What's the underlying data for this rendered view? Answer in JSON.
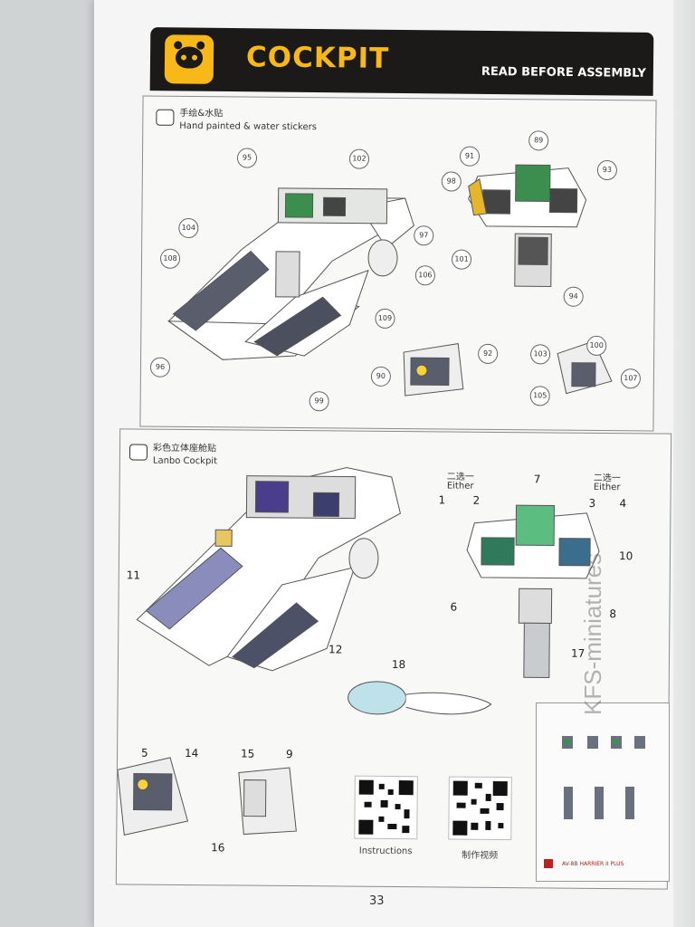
{
  "header": {
    "title": "COCKPIT",
    "subtitle": "READ BEFORE ASSEMBLY",
    "logo_icon": "bear-face-icon",
    "colors": {
      "brand": "#f7b818",
      "bar": "#1b1a19"
    }
  },
  "section1": {
    "title_cn": "手绘&水贴",
    "title_en": "Hand painted & water stickers",
    "callouts": [
      "95",
      "102",
      "89",
      "91",
      "93",
      "98",
      "104",
      "97",
      "108",
      "106",
      "101",
      "94",
      "109",
      "96",
      "90",
      "92",
      "103",
      "100",
      "105",
      "107",
      "99"
    ]
  },
  "section2": {
    "title_cn": "彩色立体座舱贴",
    "title_en": "Lanbo Cockpit",
    "either_cn": "二选一",
    "either_en": "Either",
    "labels": [
      "7",
      "1",
      "2",
      "3",
      "4",
      "10",
      "11",
      "6",
      "8",
      "12",
      "17",
      "18",
      "5",
      "14",
      "15",
      "9",
      "16"
    ]
  },
  "qr": {
    "instructions": "Instructions",
    "video": "制作视频"
  },
  "reference_caption": "AV-8B HARRIER II PLUS",
  "page_number": "33",
  "watermark": "KFS-miniatures"
}
